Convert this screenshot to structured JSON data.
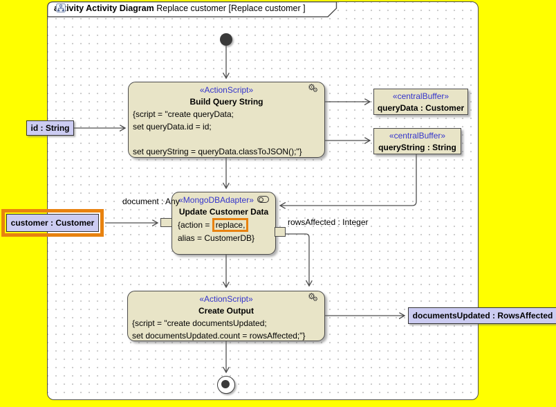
{
  "frame": {
    "title_keyword": "activity Activity Diagram",
    "title_name": "Replace customer",
    "bracket_open": "[",
    "bracket_name": "Replace customer",
    "bracket_close": "]"
  },
  "colors": {
    "background": "#ffff00",
    "node_fill": "#e8e4c7",
    "param_fill": "#ccccf2",
    "stereotype_blue": "#3333cc",
    "highlight_orange": "#e8820f",
    "line": "#4d4d4d"
  },
  "nodes": {
    "build_query": {
      "stereotype": "«ActionScript»",
      "name": "Build Query String",
      "body": [
        "{script = \"create queryData;",
        "set queryData.id = id;",
        "",
        "set queryString = queryData.classToJSON();\"}"
      ]
    },
    "buffer_query_data": {
      "stereotype": "«centralBuffer»",
      "name": "queryData : Customer"
    },
    "buffer_query_string": {
      "stereotype": "«centralBuffer»",
      "name": "queryString : String"
    },
    "id_param": {
      "name": "id : String"
    },
    "customer_param": {
      "name": "customer : Customer"
    },
    "update_customer": {
      "stereotype": "«MongoDBAdapter»",
      "name": "Update Customer Data",
      "action_prefix": "{action = ",
      "action_value": "replace,",
      "alias_line": "alias = CustomerDB}"
    },
    "create_output": {
      "stereotype": "«ActionScript»",
      "name": "Create Output",
      "body": [
        "{script = \"create documentsUpdated;",
        "set documentsUpdated.count = rowsAffected;\"}"
      ]
    },
    "documents_updated": {
      "name": "documentsUpdated : RowsAffected"
    }
  },
  "labels": {
    "document_pin": "document : Any",
    "rows_affected_pin": "rowsAffected : Integer"
  }
}
